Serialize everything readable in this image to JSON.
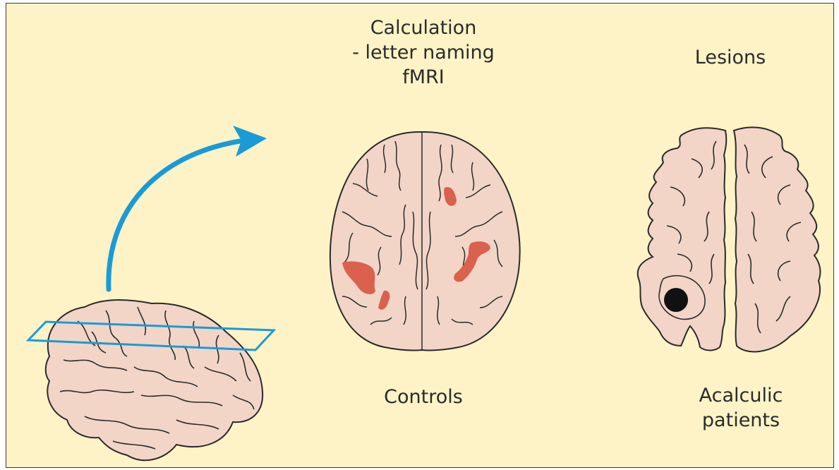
{
  "colors": {
    "background": "#fdf3c6",
    "tissue": "#f2d5c7",
    "outline": "#2a2a2a",
    "activation": "#d9614d",
    "arrow_and_plane": "#1a9bd7",
    "lesion": "#111111"
  },
  "labels": {
    "fmri_title": "Calculation\n- letter naming\nfMRI",
    "lesions_title": "Lesions",
    "controls": "Controls",
    "patients": "Acalculic\npatients"
  },
  "icons": {
    "whole_brain": "lateral-brain-illustration",
    "axial_slice": "axial-brain-slice",
    "lesion_slice": "axial-brain-slice-with-lesion",
    "arrow": "curved-arrow"
  }
}
